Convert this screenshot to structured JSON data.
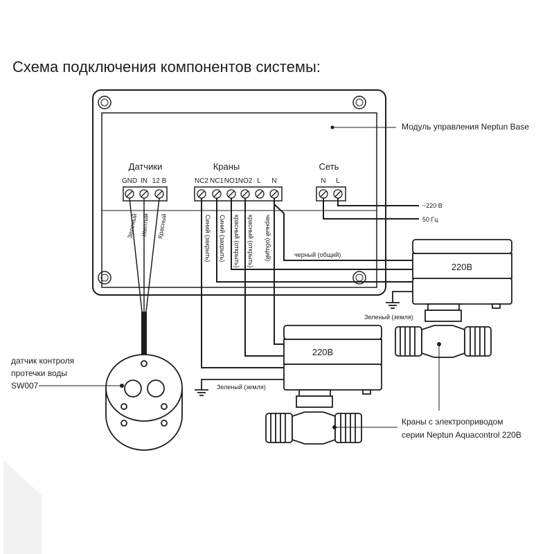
{
  "title": "Схема подключения компонентов системы:",
  "module_label": "Модуль управления Neptun Base",
  "blocks": {
    "sensors": {
      "header": "Датчики",
      "terminals": [
        "GND",
        "IN",
        "12 В"
      ]
    },
    "valves": {
      "header": "Краны",
      "terminals": [
        "NC2",
        "NC1",
        "NO1",
        "NO2",
        "L",
        "N"
      ]
    },
    "network": {
      "header": "Сеть",
      "terminals": [
        "N",
        "L"
      ]
    }
  },
  "sensor_wires": [
    "Зеленый",
    "Желтый",
    "Красный"
  ],
  "valve_wires": [
    "Синий (закрыть)",
    "Синий (закрыть)",
    "красный (открыть)",
    "красный (открыть)",
    "черный (общий)"
  ],
  "black_common": "черный (общий)",
  "power": {
    "voltage": "~220 В",
    "freq": "50 Гц"
  },
  "actuator_label": "220В",
  "ground_label": "Зеленый (земля)",
  "sensor_caption": [
    "датчик контроля",
    "протечки воды",
    "SW007"
  ],
  "valves_caption": [
    "Краны с электроприводом",
    "серии Neptun Aquacontrol 220В"
  ],
  "colors": {
    "line": "#1d1d1b",
    "accent": "#f0b400",
    "watermark": "#f2f2f2"
  }
}
